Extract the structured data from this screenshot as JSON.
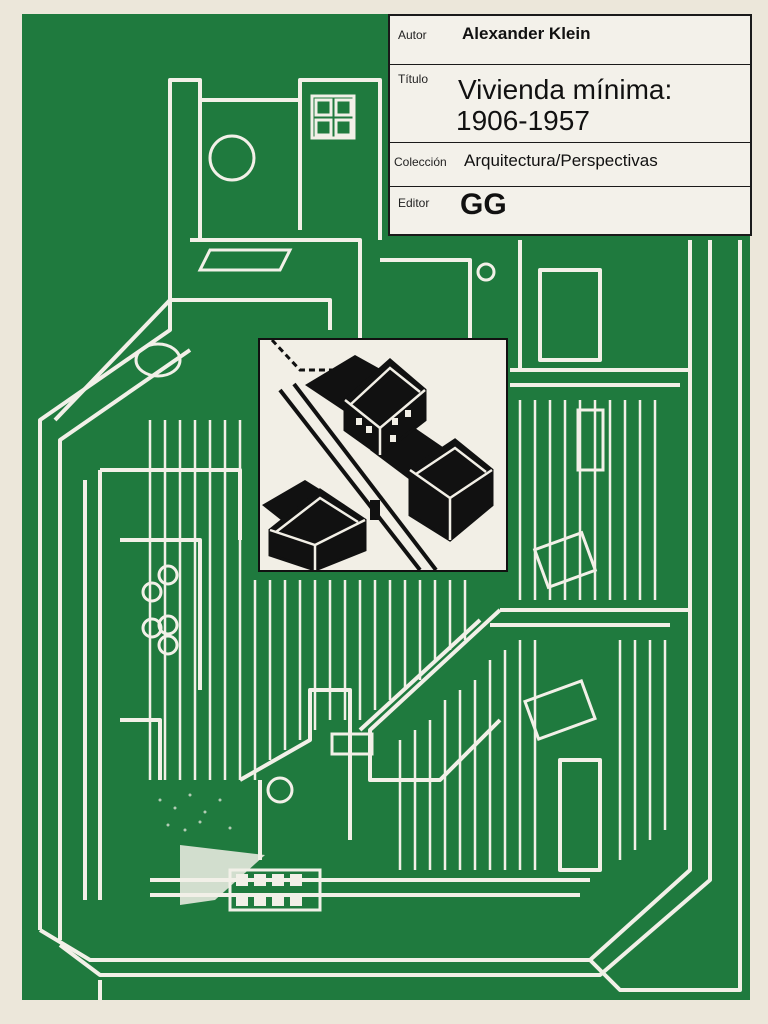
{
  "book": {
    "author_label": "Autor",
    "author": "Alexander Klein",
    "title_label": "Título",
    "title_line1": "Vivienda mínima:",
    "title_line2": "1906-1957",
    "collection_label": "Colección",
    "collection": "Arquitectura/Perspectivas",
    "publisher_label": "Editor",
    "publisher": "GG"
  },
  "colors": {
    "cover_green": "#1f7a3e",
    "line_white": "#f2f0e8",
    "paper": "#efeadf",
    "ink": "#111111"
  },
  "illustration": {
    "subject": "axonometric-apartment-plan",
    "inset_subject": "three-houses-icon"
  }
}
